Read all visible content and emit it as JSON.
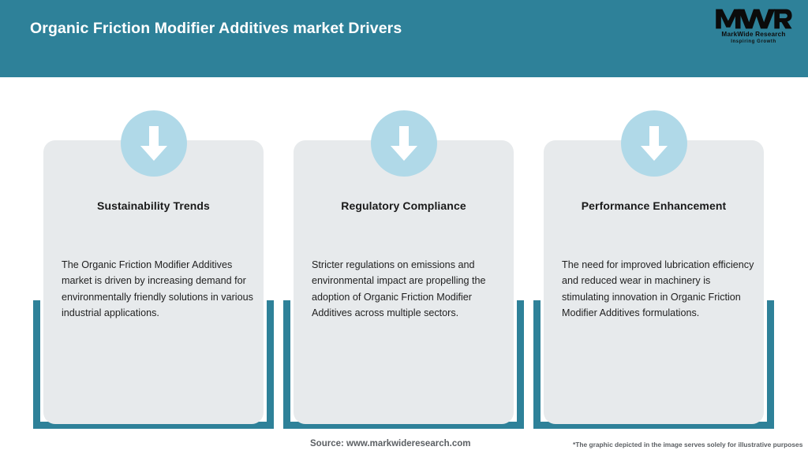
{
  "header": {
    "title": "Organic Friction Modifier Additives market Drivers",
    "background_color": "#2e8199",
    "title_color": "#ffffff"
  },
  "logo": {
    "mark_text": "MWR",
    "name": "MarkWide Research",
    "tagline": "Inspiring Growth"
  },
  "theme": {
    "accent_teal": "#2e8199",
    "panel_grey": "#e7eaec",
    "icon_circle_blue": "#b0d9e8",
    "arrow_white": "#ffffff",
    "footer_text": "#5b5f63"
  },
  "cards": [
    {
      "icon": "arrow-down-icon",
      "heading": "Sustainability Trends",
      "body": "The Organic Friction Modifier Additives market is driven by increasing demand for environmentally friendly solutions in various industrial applications."
    },
    {
      "icon": "arrow-down-icon",
      "heading": "Regulatory Compliance",
      "body": "Stricter regulations on emissions and environmental impact are propelling the adoption of Organic Friction Modifier Additives across multiple sectors."
    },
    {
      "icon": "arrow-down-icon",
      "heading": "Performance Enhancement",
      "body": "The need for improved lubrication efficiency and reduced wear in machinery is stimulating innovation in Organic Friction Modifier Additives formulations."
    }
  ],
  "footer": {
    "source": "Source: www.markwideresearch.com",
    "note": "*The graphic depicted in the image serves solely for illustrative purposes"
  }
}
